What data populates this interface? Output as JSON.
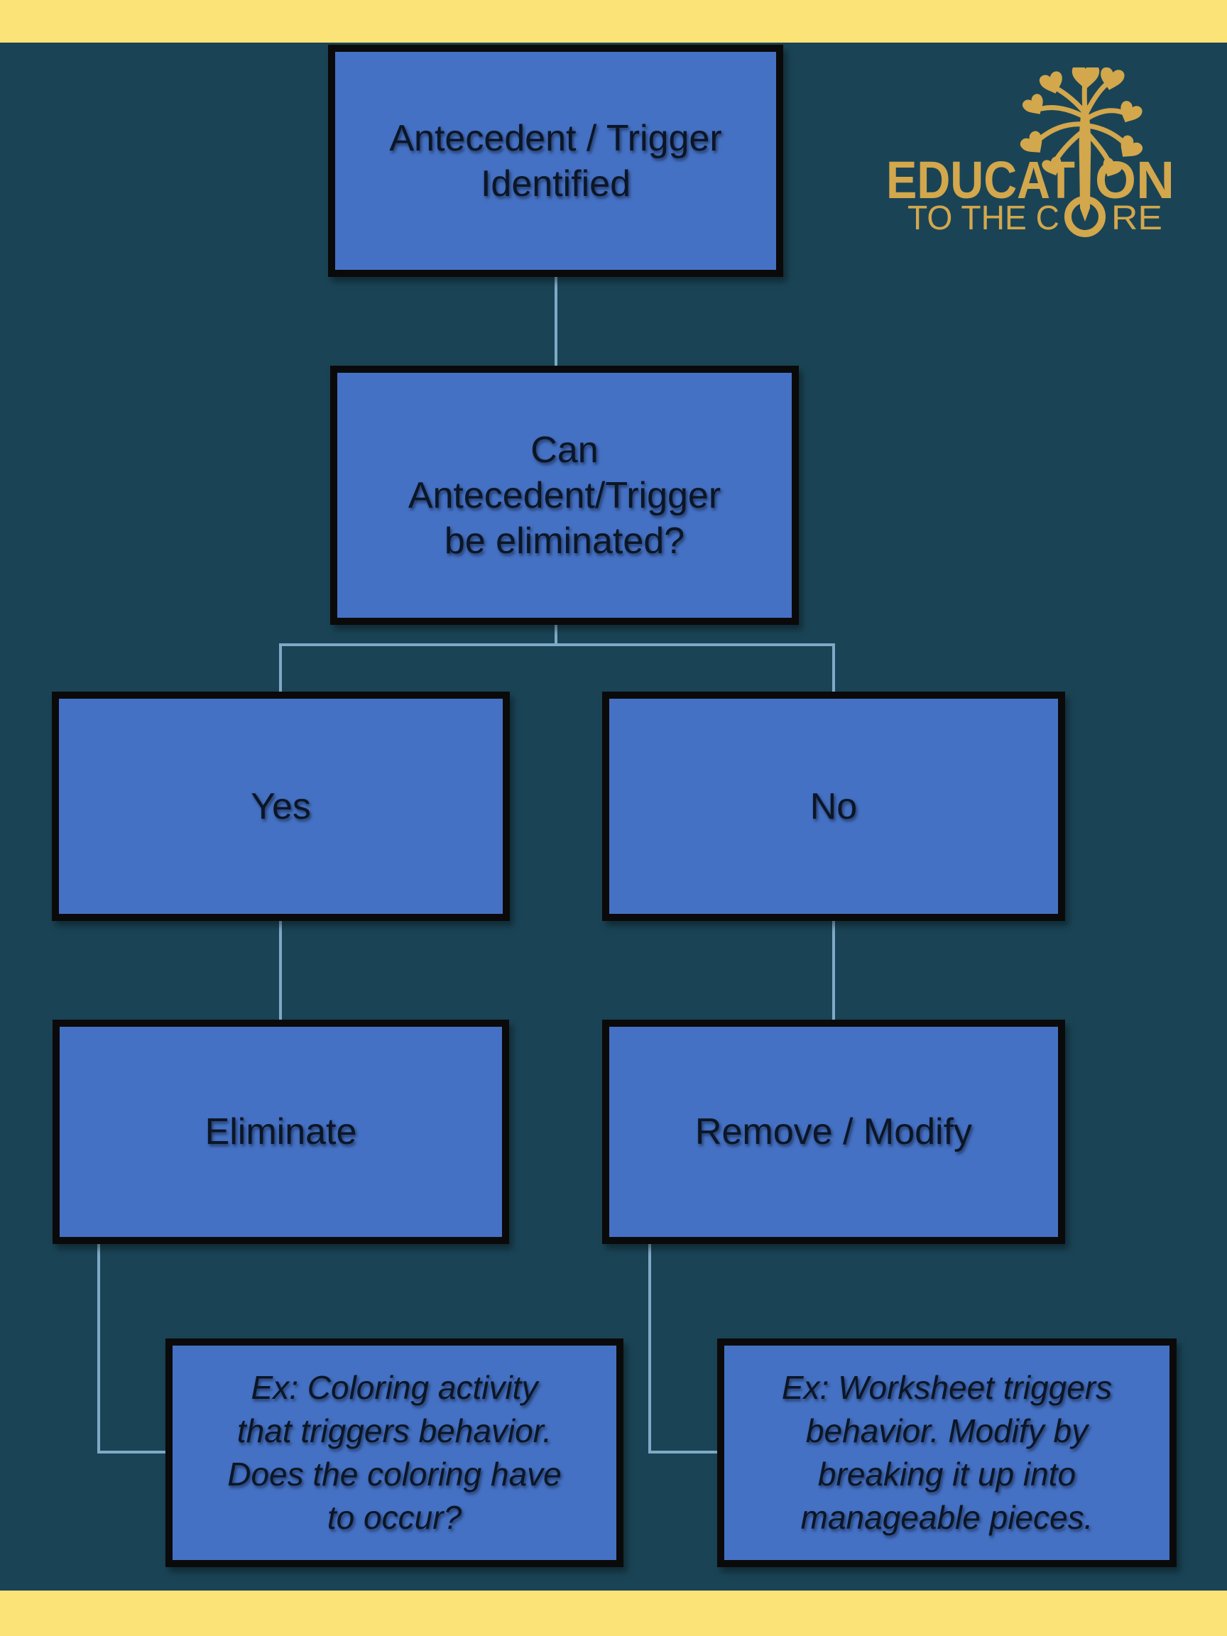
{
  "colors": {
    "background": "#1A4456",
    "band_yellow": "#FBE377",
    "node_fill": "#4571C4",
    "node_border": "#0A0A0A",
    "node_text": "#0B1626",
    "connector": "#7FA9C7",
    "logo_gold": "#D3A74C"
  },
  "logo": {
    "name": "Education to the Core",
    "line1": "EDUCATION",
    "line1_left": "EDUCAT",
    "line1_right": "ON",
    "line2": "TO THE CORE",
    "line2_left": "TO THE C",
    "line2_right": "RE"
  },
  "flowchart": {
    "nodes": {
      "start": {
        "label": "Antecedent / Trigger\nIdentified"
      },
      "question": {
        "label": "Can\nAntecedent/Trigger\nbe eliminated?"
      },
      "yes": {
        "label": "Yes"
      },
      "no": {
        "label": "No"
      },
      "eliminate": {
        "label": "Eliminate"
      },
      "remove_modify": {
        "label": "Remove / Modify"
      },
      "example_eliminate": {
        "label": "Ex: Coloring activity\nthat triggers behavior.\nDoes the coloring have\nto occur?"
      },
      "example_modify": {
        "label": "Ex: Worksheet triggers\nbehavior. Modify by\nbreaking it up into\nmanageable pieces."
      }
    }
  }
}
